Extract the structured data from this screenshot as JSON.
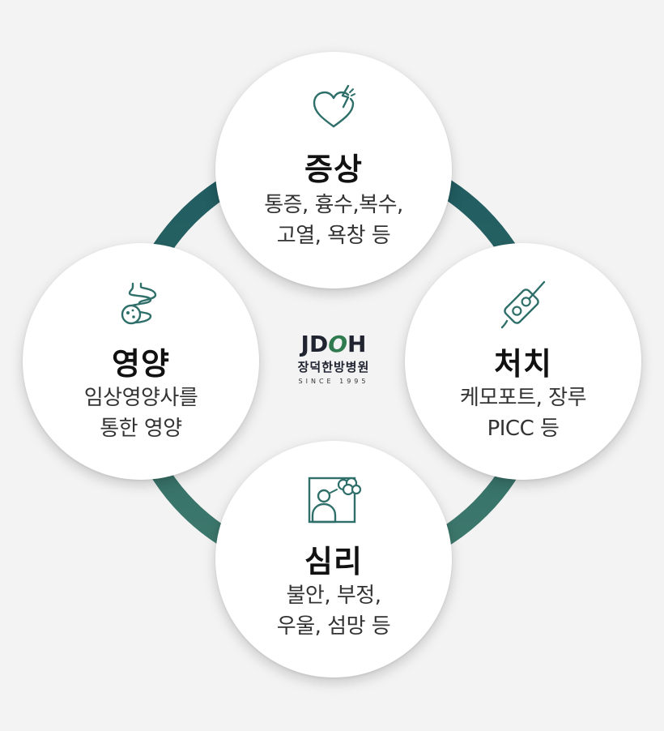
{
  "colors": {
    "ring_top": "#1e5a60",
    "ring_bottom": "#3f7a6d",
    "icon_stroke": "#2f6f6a",
    "logo_dark": "#1f2430",
    "logo_accent": "#2f7a4f"
  },
  "logo": {
    "mark_parts": [
      "JD",
      "O",
      "H"
    ],
    "name": "장덕한방병원",
    "since": "SINCE 1995"
  },
  "nodes": [
    {
      "id": "symptoms",
      "icon": "broken-heart-icon",
      "title": "증상",
      "lines": [
        "통증, 흉수,복수,",
        "고열, 욕창 등"
      ]
    },
    {
      "id": "nutrition",
      "icon": "intestine-icon",
      "title": "영양",
      "lines": [
        "임상영양사를",
        "통한 영양"
      ]
    },
    {
      "id": "treatment",
      "icon": "medical-port-icon",
      "title": "처치",
      "lines": [
        "케모포트, 장루",
        "PICC 등"
      ]
    },
    {
      "id": "psychology",
      "icon": "distressed-person-icon",
      "title": "심리",
      "lines": [
        "불안, 부정,",
        "우울, 섬망 등"
      ]
    }
  ]
}
